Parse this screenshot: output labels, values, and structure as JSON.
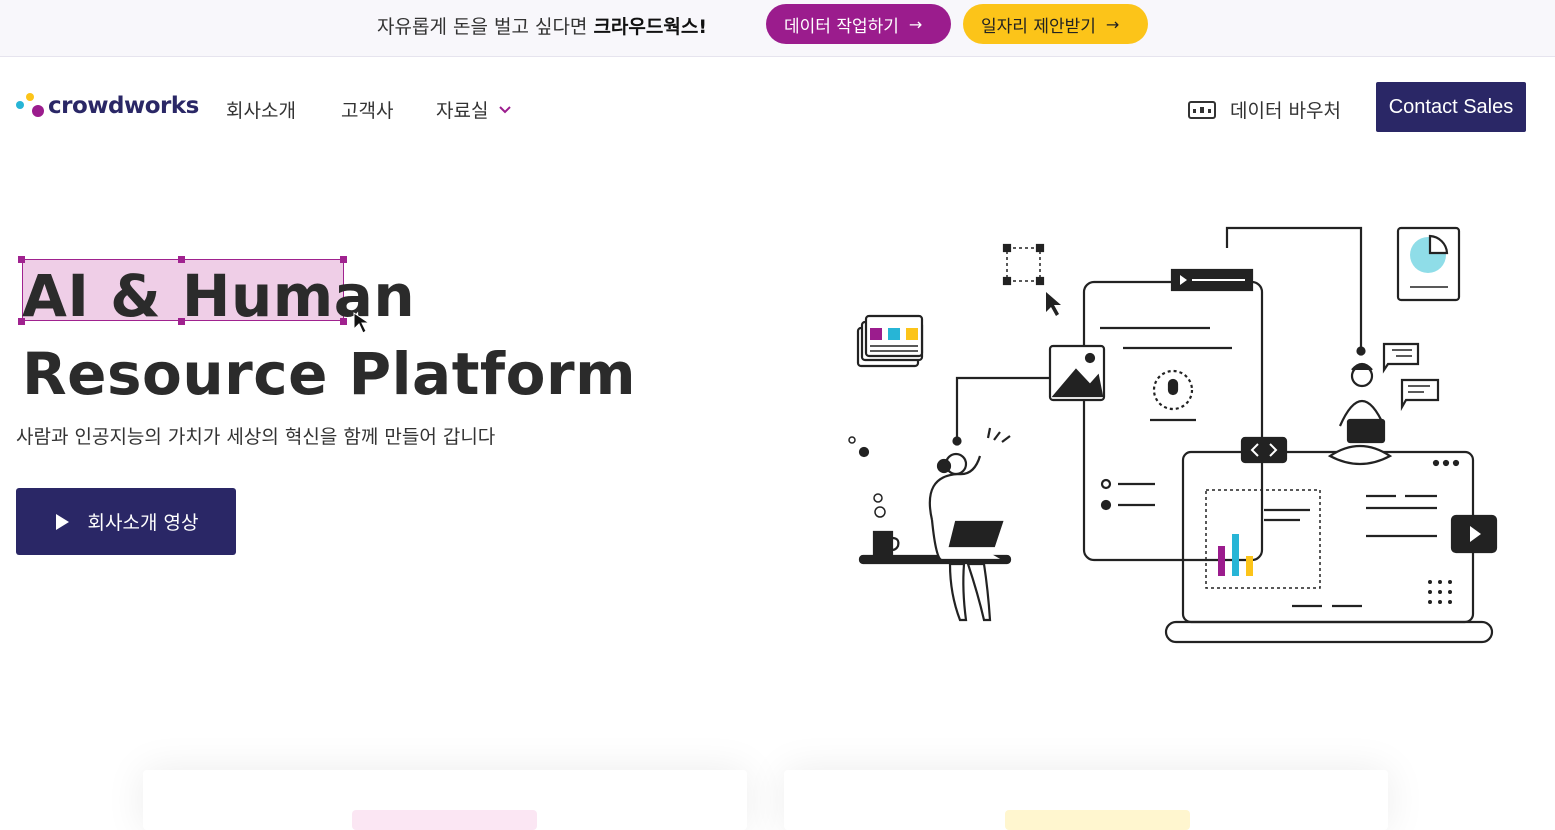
{
  "banner": {
    "message": "자유롭게 돈을 벌고 싶다면",
    "brand": "크라우드웍스!",
    "data_work_button": "데이터 작업하기",
    "job_offer_button": "일자리 제안받기",
    "arrow": "→",
    "colors": {
      "purple": "#9b1c8d",
      "yellow": "#fcc419"
    }
  },
  "nav": {
    "logo_text": "crowdworks",
    "links": [
      "회사소개",
      "고객사",
      "자료실"
    ],
    "voucher_label": "데이터 바우처",
    "contact_button": "Contact Sales",
    "brand_color": "#2a2766"
  },
  "hero": {
    "title_line1": "AI & Human",
    "title_line2": "Resource Platform",
    "subtitle": "사람과 인공지능의 가치가 세상의 혁신을 함께 만들어 갑니다",
    "video_button": "회사소개 영상"
  }
}
